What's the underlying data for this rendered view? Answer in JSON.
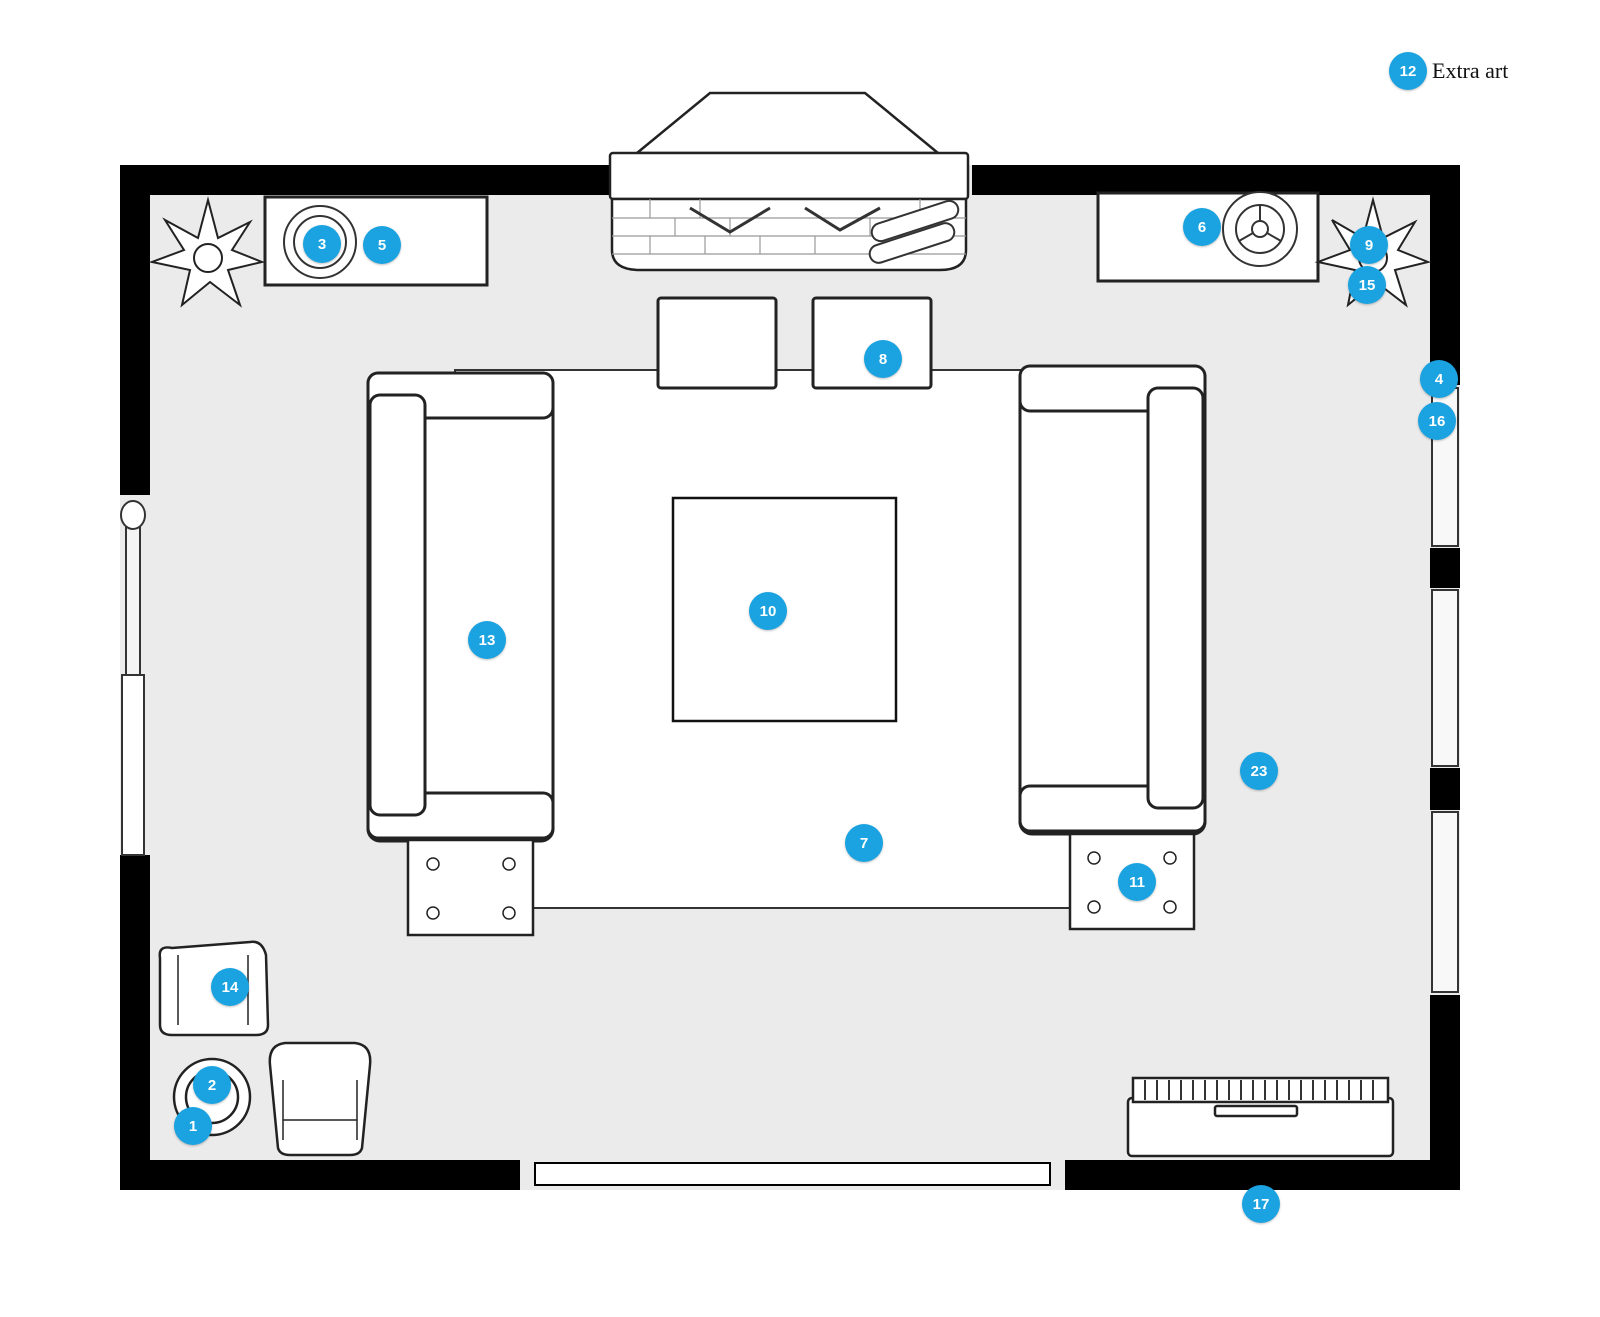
{
  "legend": {
    "marker": "12",
    "label": "Extra art"
  },
  "markers": [
    {
      "id": "m1",
      "label": "1"
    },
    {
      "id": "m2",
      "label": "2"
    },
    {
      "id": "m3",
      "label": "3"
    },
    {
      "id": "m4",
      "label": "4"
    },
    {
      "id": "m5",
      "label": "5"
    },
    {
      "id": "m6",
      "label": "6"
    },
    {
      "id": "m7",
      "label": "7"
    },
    {
      "id": "m8",
      "label": "8"
    },
    {
      "id": "m9",
      "label": "9"
    },
    {
      "id": "m10",
      "label": "10"
    },
    {
      "id": "m11",
      "label": "11"
    },
    {
      "id": "m13",
      "label": "13"
    },
    {
      "id": "m14",
      "label": "14"
    },
    {
      "id": "m15",
      "label": "15"
    },
    {
      "id": "m16",
      "label": "16"
    },
    {
      "id": "m17",
      "label": "17"
    },
    {
      "id": "m23",
      "label": "23"
    }
  ],
  "colors": {
    "marker": "#1aa3e0",
    "floor": "#ebebeb",
    "wall": "#000000",
    "rug": "#ffffff"
  }
}
